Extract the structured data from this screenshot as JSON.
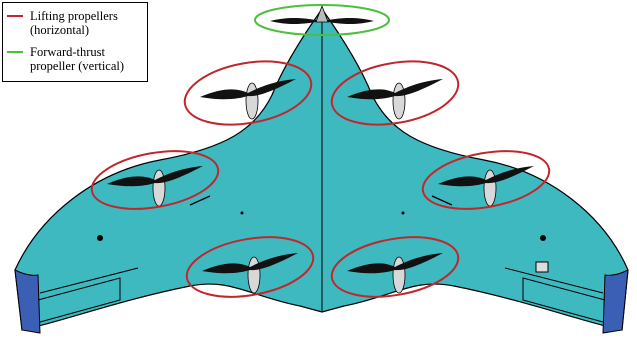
{
  "legend": {
    "items": [
      {
        "line1": "Lifting propellers",
        "line2": "(horizontal)",
        "color": "#c0272d"
      },
      {
        "line1": "Forward-thrust",
        "line2": "propeller (vertical)",
        "color": "#4dbf3c"
      }
    ]
  },
  "colors": {
    "body": "#3fb9c0",
    "wingtip": "#3a5fb5",
    "propeller": "#111111",
    "outline": "#000000"
  },
  "icons": [
    "lifting-propeller",
    "thrust-propeller",
    "motor-nacelle"
  ]
}
